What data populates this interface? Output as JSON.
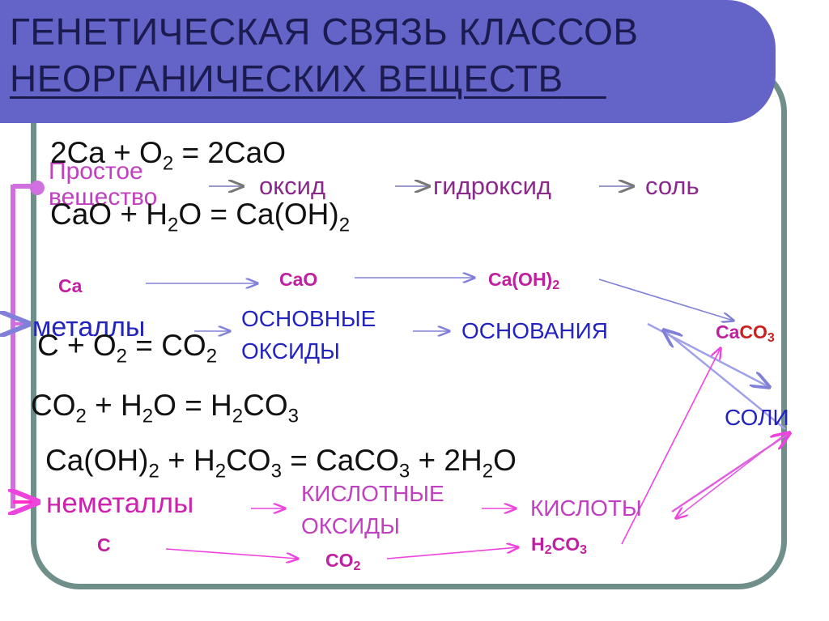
{
  "title": {
    "line1": "ГЕНЕТИЧЕСКАЯ СВЯЗЬ КЛАССОВ",
    "line2": "НЕОРГАНИЧЕСКИХ ВЕЩЕСТВ"
  },
  "scheme": {
    "simple_substance": "Простое вещество",
    "oxide": "оксид",
    "hydroxide": "гидроксид",
    "salt": "соль",
    "metals": "металлы",
    "basic_oxides_1": "ОСНОВНЫЕ",
    "basic_oxides_2": "ОКСИДЫ",
    "bases": "ОСНОВАНИЯ",
    "salts": "СОЛИ",
    "nonmetals": "неметаллы",
    "acid_oxides_1": "КИСЛОТНЫЕ",
    "acid_oxides_2": "ОКСИДЫ",
    "acids": "КИСЛОТЫ"
  },
  "compounds": {
    "ca": "Ca",
    "cao": "CaO",
    "caoh2": "Ca(OH)",
    "caoh2_sub": "2",
    "caco3_a": "Ca",
    "caco3_b": "CO",
    "caco3_sub": "3",
    "c": "C",
    "co2": "CO",
    "co2_sub": "2",
    "h2co3_h": "H",
    "h2co3_sub1": "2",
    "h2co3_co": "CO",
    "h2co3_sub2": "3"
  },
  "equations": {
    "eq1_a": "2Ca  +  O",
    "eq1_sub": "2",
    "eq1_b": " =  2CaO",
    "eq2_a": "CaO  + H",
    "eq2_sub1": "2",
    "eq2_b": "O = Ca(OH)",
    "eq2_sub2": "2",
    "eq3_a": "C  +  O",
    "eq3_sub1": "2",
    "eq3_b": " =  CO",
    "eq3_sub2": "2",
    "eq4_a": "CO",
    "eq4_sub1": "2",
    "eq4_b": " + H",
    "eq4_sub2": "2",
    "eq4_c": "O = H",
    "eq4_sub3": "2",
    "eq4_d": "CO",
    "eq4_sub4": "3",
    "eq5_a": "Ca(OH)",
    "eq5_sub1": "2",
    "eq5_b": " + H",
    "eq5_sub2": "2",
    "eq5_c": "CO",
    "eq5_sub3": "3",
    "eq5_d": " = CaCO",
    "eq5_sub4": "3",
    "eq5_e": " + 2H",
    "eq5_sub5": "2",
    "eq5_f": "O"
  }
}
